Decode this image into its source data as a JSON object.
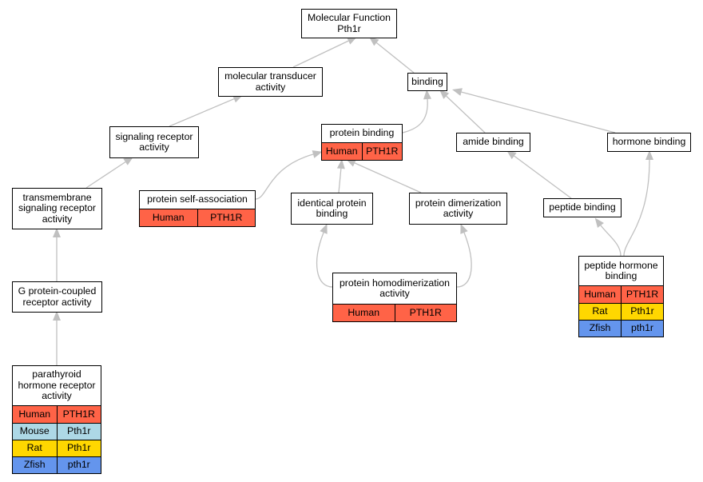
{
  "colors": {
    "Human": "#ff6347",
    "Mouse": "#add8e6",
    "Rat": "#ffd700",
    "Zfish": "#6495ed",
    "edge": "#c0c0c0"
  },
  "nodes": {
    "root": {
      "lines": [
        "Molecular Function",
        "Pth1r"
      ]
    },
    "transducer": {
      "lines": [
        "molecular transducer",
        "activity"
      ]
    },
    "binding": {
      "lines": [
        "binding"
      ]
    },
    "signaling": {
      "lines": [
        "signaling receptor",
        "activity"
      ]
    },
    "protein_binding": {
      "lines": [
        "protein binding"
      ],
      "rows": [
        [
          "Human",
          "PTH1R"
        ]
      ]
    },
    "amide": {
      "lines": [
        "amide binding"
      ]
    },
    "hormone": {
      "lines": [
        "hormone binding"
      ]
    },
    "transmembrane": {
      "lines": [
        "transmembrane",
        "signaling receptor",
        "activity"
      ]
    },
    "self_assoc": {
      "lines": [
        "protein self-association"
      ],
      "rows": [
        [
          "Human",
          "PTH1R"
        ]
      ]
    },
    "identical": {
      "lines": [
        "identical protein",
        "binding"
      ]
    },
    "dimerization": {
      "lines": [
        "protein dimerization",
        "activity"
      ]
    },
    "peptide": {
      "lines": [
        "peptide binding"
      ]
    },
    "gpcr": {
      "lines": [
        "G protein-coupled",
        "receptor activity"
      ]
    },
    "homodimer": {
      "lines": [
        "protein homodimerization",
        "activity"
      ],
      "rows": [
        [
          "Human",
          "PTH1R"
        ]
      ]
    },
    "peptide_hormone": {
      "lines": [
        "peptide hormone",
        "binding"
      ],
      "rows": [
        [
          "Human",
          "PTH1R"
        ],
        [
          "Rat",
          "Pth1r"
        ],
        [
          "Zfish",
          "pth1r"
        ]
      ]
    },
    "pth_receptor": {
      "lines": [
        "parathyroid",
        "hormone receptor",
        "activity"
      ],
      "rows": [
        [
          "Human",
          "PTH1R"
        ],
        [
          "Mouse",
          "Pth1r"
        ],
        [
          "Rat",
          "Pth1r"
        ],
        [
          "Zfish",
          "pth1r"
        ]
      ]
    }
  },
  "edges": [
    [
      "transducer",
      "root"
    ],
    [
      "binding",
      "root"
    ],
    [
      "signaling",
      "transducer"
    ],
    [
      "protein_binding",
      "binding"
    ],
    [
      "amide",
      "binding"
    ],
    [
      "hormone",
      "binding"
    ],
    [
      "transmembrane",
      "signaling"
    ],
    [
      "self_assoc",
      "protein_binding"
    ],
    [
      "identical",
      "protein_binding"
    ],
    [
      "dimerization",
      "protein_binding"
    ],
    [
      "peptide",
      "amide"
    ],
    [
      "gpcr",
      "transmembrane"
    ],
    [
      "homodimer",
      "identical"
    ],
    [
      "homodimer",
      "dimerization"
    ],
    [
      "peptide_hormone",
      "peptide"
    ],
    [
      "peptide_hormone",
      "hormone"
    ],
    [
      "pth_receptor",
      "gpcr"
    ]
  ]
}
